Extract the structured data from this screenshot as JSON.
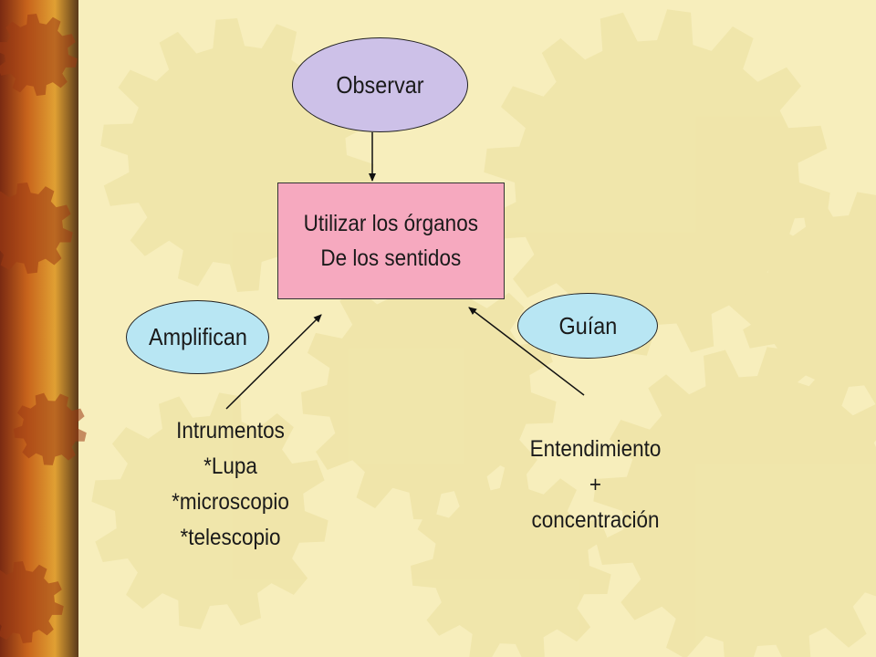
{
  "diagram": {
    "observe": "Observar",
    "senses": {
      "line1": "Utilizar los órganos",
      "line2": "De los sentidos"
    },
    "amplify": "Amplifican",
    "guide": "Guían",
    "instruments": [
      "Intrumentos",
      "*Lupa",
      "*microscopio",
      "*telescopio"
    ],
    "understanding": [
      "Entendimiento",
      "+",
      "concentración"
    ]
  },
  "colors": {
    "background": "#f7eebc",
    "gear": "#efe4a8",
    "observe_fill": "#cdc1e8",
    "senses_fill": "#f6a9bf",
    "oval_blue": "#b8e6f3"
  }
}
